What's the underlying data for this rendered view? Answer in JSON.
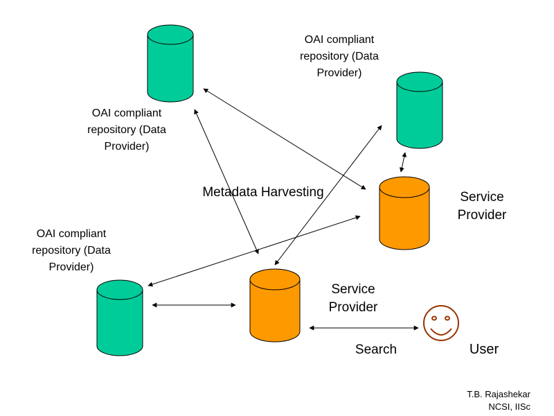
{
  "colors": {
    "data_provider_fill": "#00cc99",
    "service_provider_fill": "#ff9900",
    "face_stroke": "#993300",
    "line": "#000000"
  },
  "labels": {
    "repo_top_left": [
      "OAI compliant",
      "repository (Data",
      "Provider)"
    ],
    "repo_top_right": [
      "OAI compliant",
      "repository (Data",
      "Provider)"
    ],
    "repo_bottom_left": [
      "OAI compliant",
      "repository (Data",
      "Provider)"
    ],
    "service_provider_right": [
      "Service",
      "Provider"
    ],
    "service_provider_center": [
      "Service",
      "Provider"
    ],
    "metadata_harvesting": "Metadata Harvesting",
    "search": "Search",
    "user": "User"
  },
  "credit": [
    "T.B. Rajashekar",
    "NCSI, IISc"
  ],
  "icons": {
    "data_provider": "database-cylinder-icon",
    "service_provider": "database-cylinder-icon",
    "user": "smiley-face-icon"
  }
}
